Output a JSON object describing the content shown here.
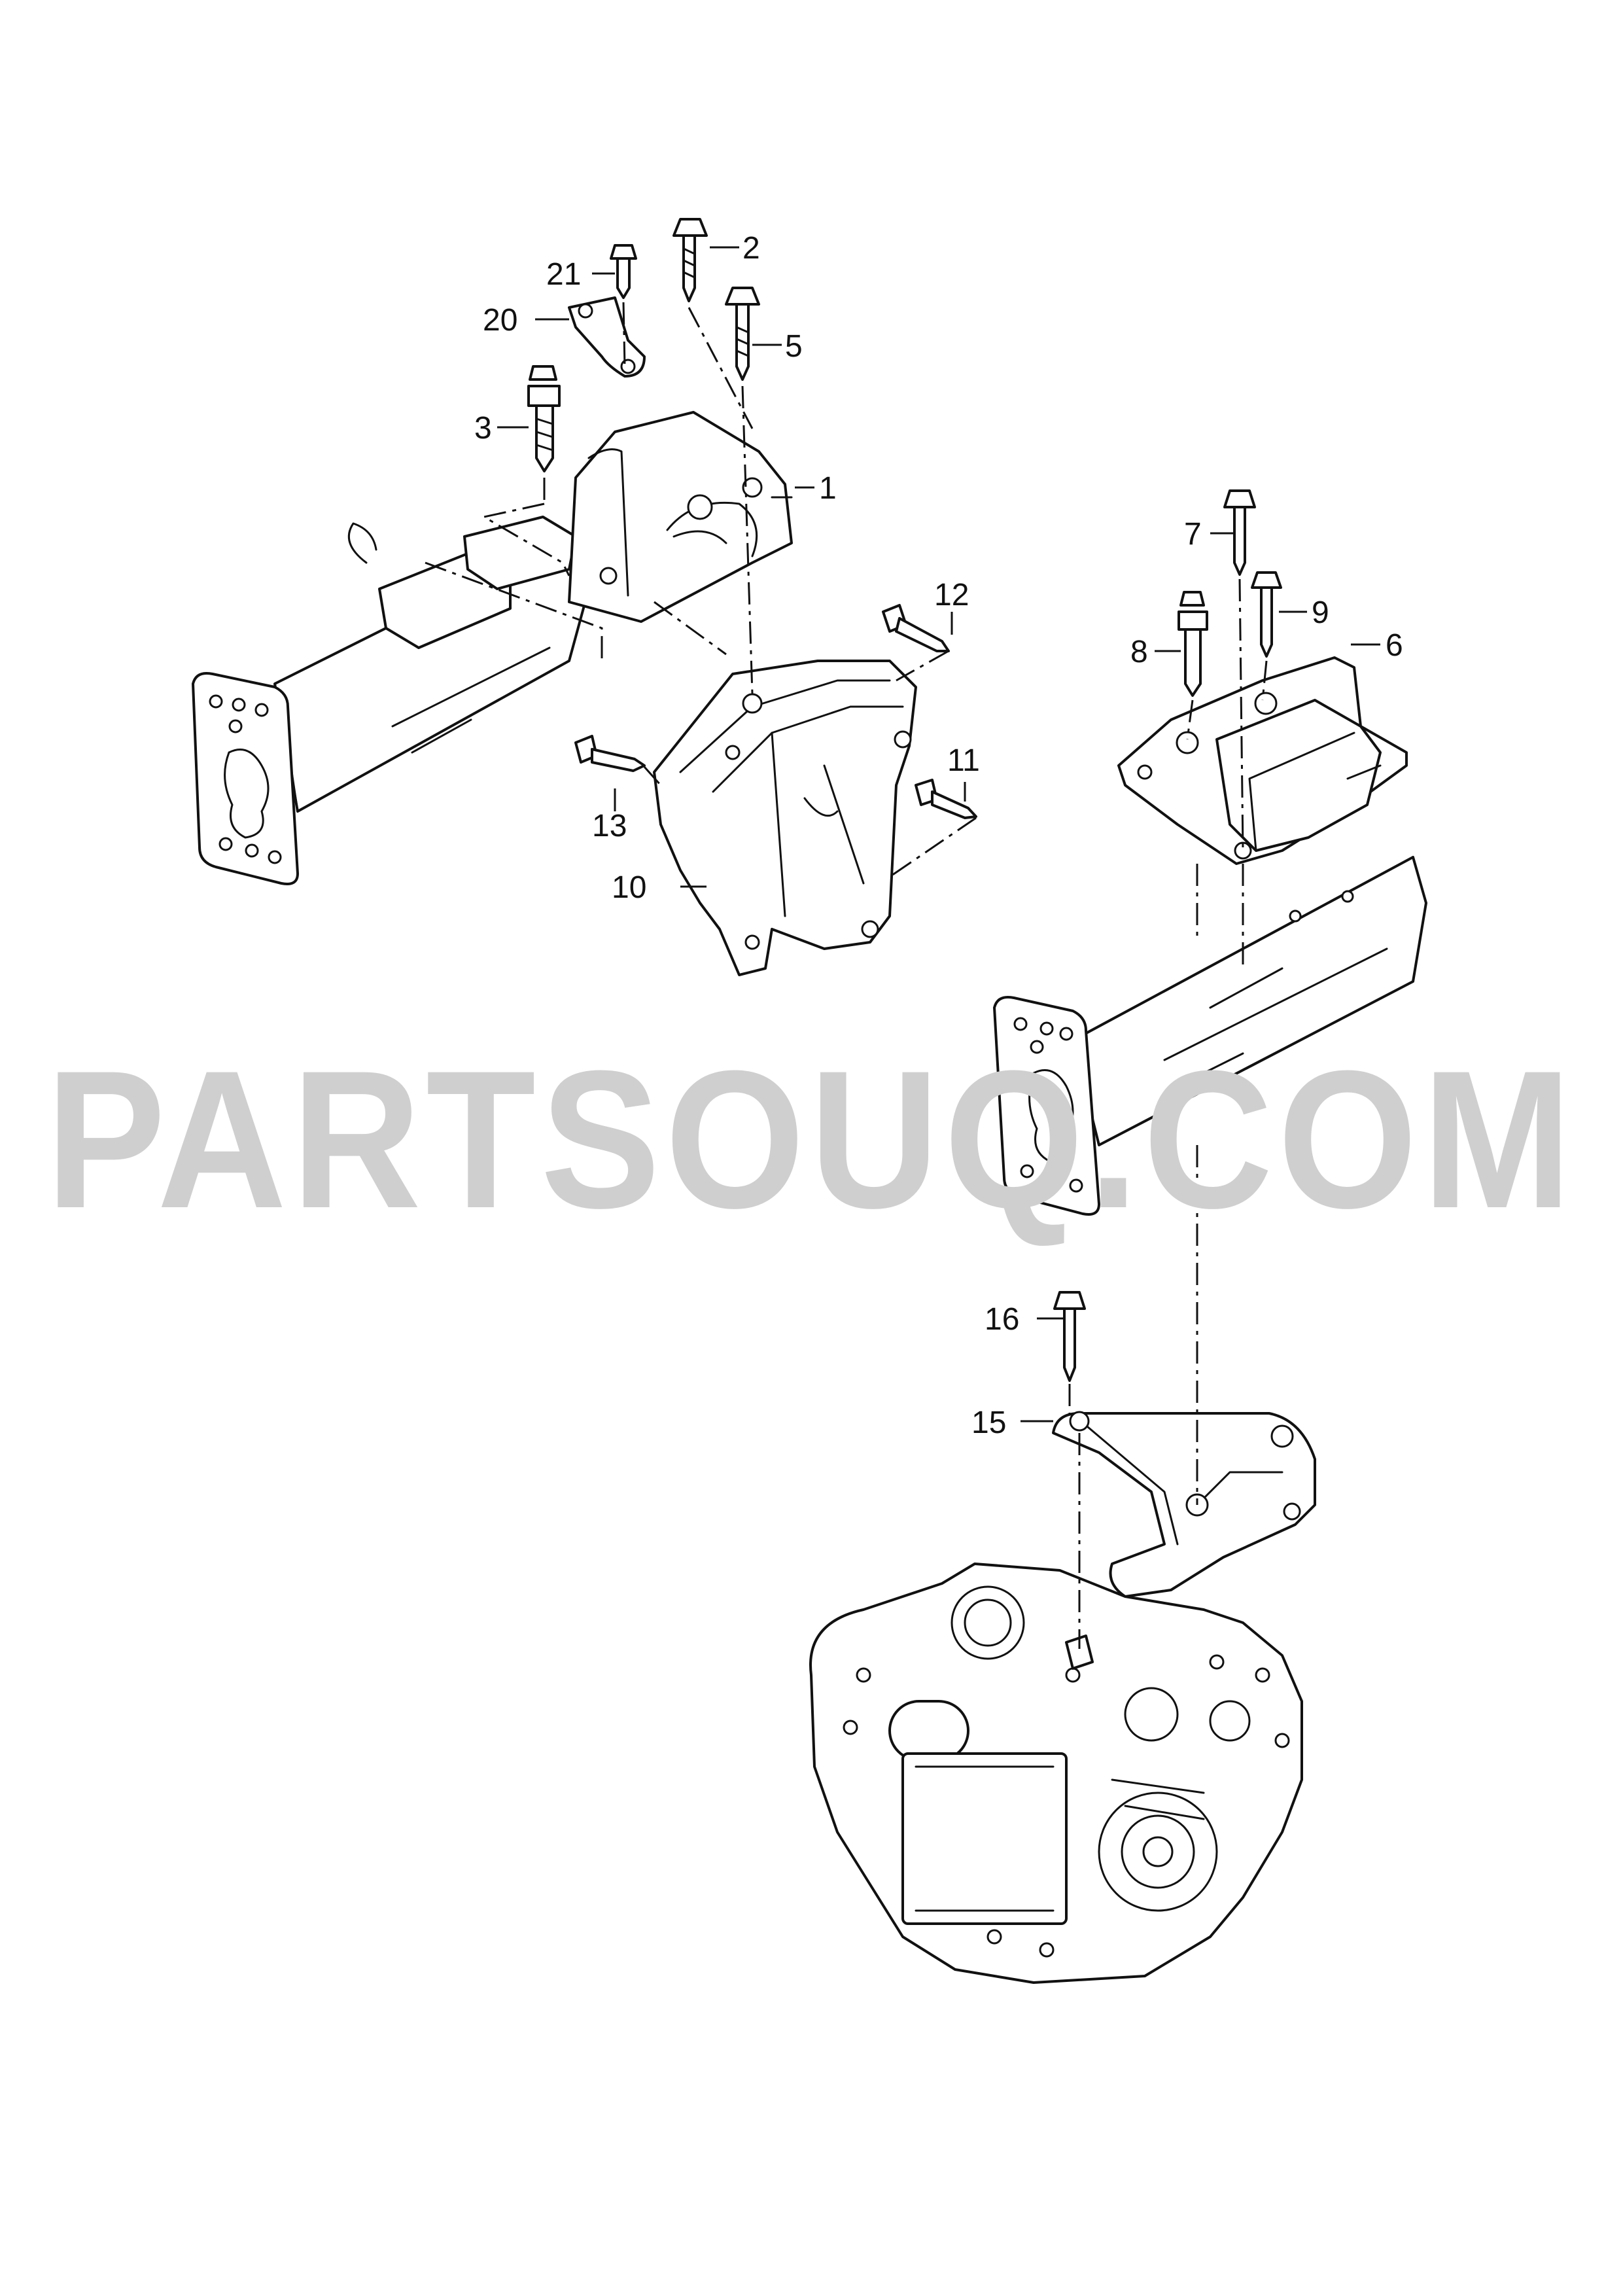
{
  "watermark": "PARTSOUQ.COM",
  "callouts": {
    "c1": "1",
    "c2": "2",
    "c3": "3",
    "c5": "5",
    "c6": "6",
    "c7": "7",
    "c8": "8",
    "c9": "9",
    "c10": "10",
    "c11": "11",
    "c12": "12",
    "c13": "13",
    "c15": "15",
    "c16": "16",
    "c20": "20",
    "c21": "21"
  },
  "colors": {
    "line": "#111111",
    "background": "#ffffff",
    "watermark": "#cfcfcf"
  }
}
